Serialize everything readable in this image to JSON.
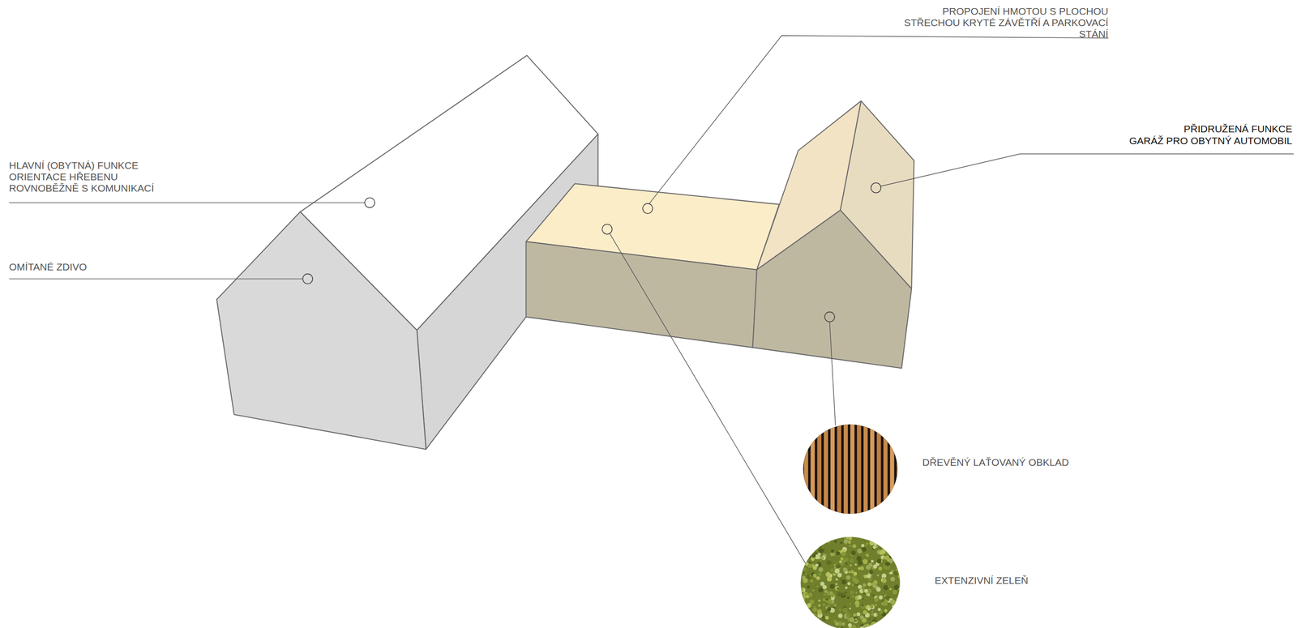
{
  "diagram": {
    "labels": [
      "PROPOJENÍ HMOTOU S PLOCHOU STŘECHOU KRYTÉ ZÁVĚTŘÍ A PARKOVACÍ STÁNÍ",
      "PŘIDRUŽENÁ FUNKCE",
      "GARÁŽ PRO OBYTNÝ AUTOMOBIL",
      "HLAVNÍ (OBYTNÁ) FUNKCE",
      "ORIENTACE HŘEBENU ROVNOBĚŽNĚ S KOMUNIKACÍ",
      "OMÍTANÉ ZDIVO",
      "DŘEVĚNÝ LAŤOVANÝ OBKLAD",
      "EXTENZIVNÍ ZELEŇ"
    ]
  }
}
